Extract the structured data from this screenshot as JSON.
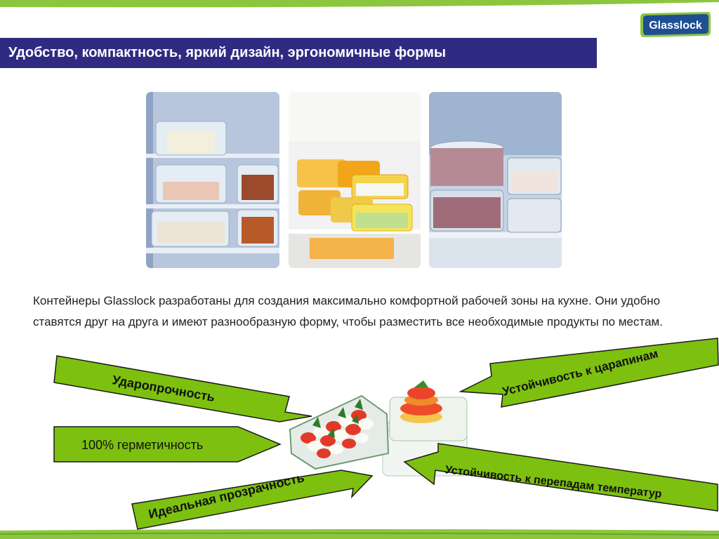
{
  "logo": {
    "text": "Glasslock"
  },
  "title": "Удобство, компактность, яркий дизайн, эргономичные формы",
  "body_text": "Контейнеры Glasslock разработаны для создания максимально комфортной рабочей зоны на кухне. Они удобно ставятся друг на друга и имеют разнообразную форму, чтобы разместить все необходимые продукты по местам.",
  "features": {
    "impact": "Ударопрочность",
    "seal": "100% герметичность",
    "transparency": "Идеальная прозрачность",
    "scratch": "Устойчивость к царапинам",
    "temperature": "Устойчивость к перепадам температур"
  },
  "colors": {
    "title_bar": "#2f2b82",
    "accent_green": "#8cc63f",
    "callout_green": "#7dc00f",
    "logo_blue": "#1f4f93"
  },
  "images": [
    "fridge-photo-clear-containers",
    "fridge-photo-colored-lids",
    "fridge-photo-round-containers",
    "containers-with-salad-photo"
  ]
}
